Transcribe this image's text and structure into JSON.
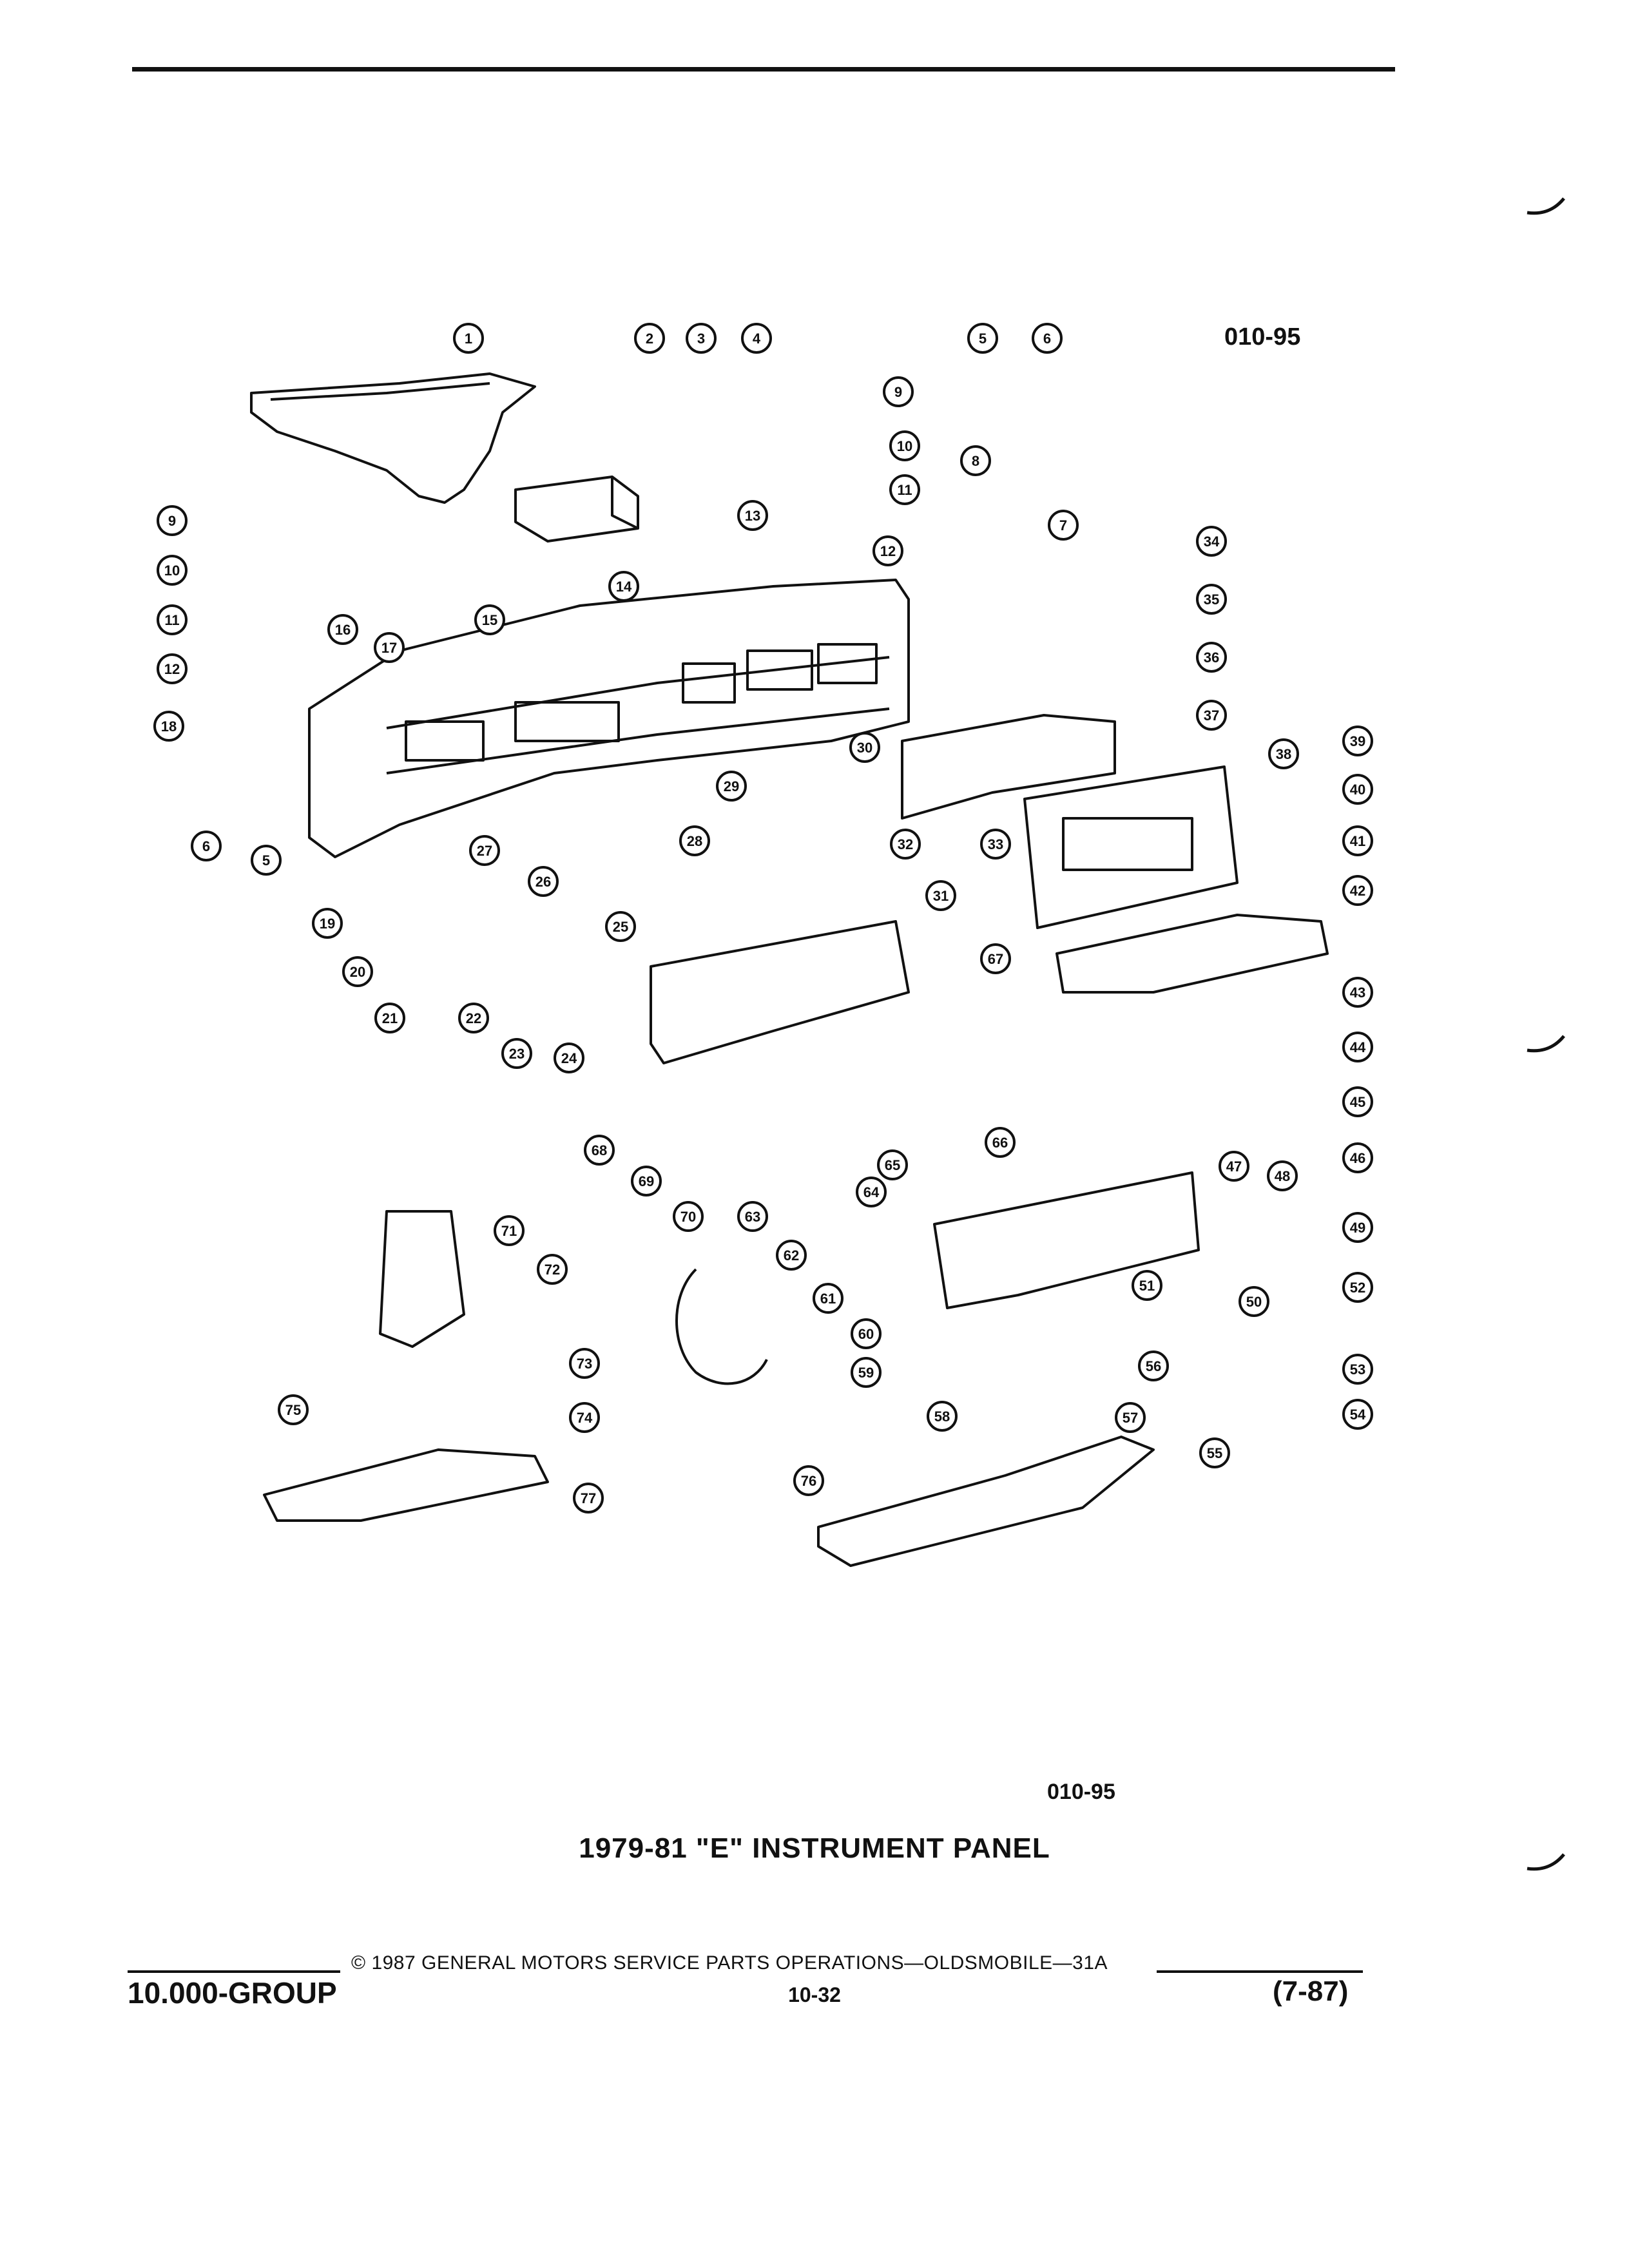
{
  "figure": {
    "code_top": "010-95",
    "code_bottom": "010-95",
    "caption": "1979-81 \"E\" INSTRUMENT PANEL",
    "callouts": [
      "1",
      "2",
      "3",
      "4",
      "5",
      "6",
      "9",
      "10",
      "11",
      "12",
      "13",
      "8",
      "7",
      "34",
      "35",
      "36",
      "37",
      "38",
      "39",
      "40",
      "41",
      "42",
      "43",
      "44",
      "45",
      "46",
      "47",
      "48",
      "49",
      "50",
      "51",
      "52",
      "53",
      "54",
      "55",
      "56",
      "57",
      "58",
      "59",
      "60",
      "61",
      "62",
      "63",
      "64",
      "65",
      "66",
      "67",
      "68",
      "69",
      "70",
      "71",
      "72",
      "73",
      "74",
      "75",
      "76",
      "77",
      "14",
      "15",
      "16",
      "17",
      "18",
      "19",
      "20",
      "21",
      "22",
      "23",
      "24",
      "25",
      "26",
      "27",
      "28",
      "29",
      "30",
      "31",
      "32",
      "33"
    ]
  },
  "footer": {
    "copyright": "© 1987 GENERAL MOTORS SERVICE PARTS OPERATIONS—OLDSMOBILE—31A",
    "group": "10.000-GROUP",
    "page": "10-32",
    "revision": "(7-87)"
  }
}
